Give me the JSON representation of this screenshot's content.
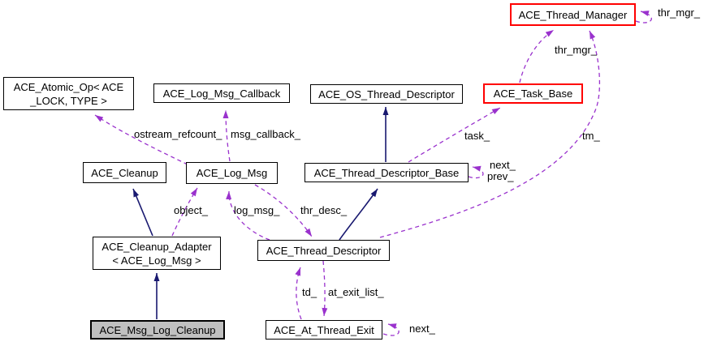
{
  "diagram": {
    "type": "collaboration-graph",
    "nodes": {
      "thread_manager": {
        "label": "ACE_Thread_Manager",
        "border_color": "#ff0000"
      },
      "atomic_op": {
        "line1": "ACE_Atomic_Op< ACE",
        "line2": "_LOCK, TYPE >"
      },
      "log_msg_callback": {
        "label": "ACE_Log_Msg_Callback"
      },
      "os_thread_descriptor": {
        "label": "ACE_OS_Thread_Descriptor"
      },
      "task_base": {
        "label": "ACE_Task_Base",
        "border_color": "#ff0000"
      },
      "cleanup": {
        "label": "ACE_Cleanup"
      },
      "log_msg": {
        "label": "ACE_Log_Msg"
      },
      "thread_descriptor_base": {
        "label": "ACE_Thread_Descriptor_Base"
      },
      "cleanup_adapter": {
        "line1": "ACE_Cleanup_Adapter",
        "line2": "< ACE_Log_Msg >"
      },
      "thread_descriptor": {
        "label": "ACE_Thread_Descriptor"
      },
      "msg_log_cleanup": {
        "label": "ACE_Msg_Log_Cleanup",
        "fill": "#c0c0c0"
      },
      "at_thread_exit": {
        "label": "ACE_At_Thread_Exit"
      }
    },
    "edge_labels": {
      "thr_mgr_self": "thr_mgr_",
      "thr_mgr": "thr_mgr_",
      "ostream_refcount": "ostream_refcount_",
      "msg_callback": "msg_callback_",
      "task": "task_",
      "tm": "tm_",
      "next": "next_",
      "prev": "prev_",
      "object": "object_",
      "log_msg": "log_msg_",
      "thr_desc": "thr_desc_",
      "td": "td_",
      "at_exit_list": "at_exit_list_",
      "next_exit": "next_"
    },
    "edges": [
      {
        "from": "ACE_Thread_Manager",
        "to": "ACE_Thread_Manager",
        "label": "thr_mgr_",
        "type": "usage"
      },
      {
        "from": "ACE_Task_Base",
        "to": "ACE_Thread_Manager",
        "label": "thr_mgr_",
        "type": "usage"
      },
      {
        "from": "ACE_Thread_Descriptor",
        "to": "ACE_Thread_Manager",
        "label": "tm_",
        "type": "usage"
      },
      {
        "from": "ACE_Thread_Descriptor_Base",
        "to": "ACE_Task_Base",
        "label": "task_",
        "type": "usage"
      },
      {
        "from": "ACE_Thread_Descriptor_Base",
        "to": "ACE_OS_Thread_Descriptor",
        "label": "",
        "type": "inheritance"
      },
      {
        "from": "ACE_Thread_Descriptor_Base",
        "to": "ACE_Thread_Descriptor_Base",
        "label": "next_ prev_",
        "type": "usage"
      },
      {
        "from": "ACE_Log_Msg",
        "to": "ACE_Atomic_Op< ACE_LOCK, TYPE >",
        "label": "ostream_refcount_",
        "type": "usage"
      },
      {
        "from": "ACE_Log_Msg",
        "to": "ACE_Log_Msg_Callback",
        "label": "msg_callback_",
        "type": "usage"
      },
      {
        "from": "ACE_Log_Msg",
        "to": "ACE_Thread_Descriptor",
        "label": "thr_desc_",
        "type": "usage"
      },
      {
        "from": "ACE_Thread_Descriptor",
        "to": "ACE_Log_Msg",
        "label": "log_msg_",
        "type": "usage"
      },
      {
        "from": "ACE_Thread_Descriptor",
        "to": "ACE_Thread_Descriptor_Base",
        "label": "",
        "type": "inheritance"
      },
      {
        "from": "ACE_Cleanup_Adapter< ACE_Log_Msg >",
        "to": "ACE_Cleanup",
        "label": "",
        "type": "inheritance"
      },
      {
        "from": "ACE_Cleanup_Adapter< ACE_Log_Msg >",
        "to": "ACE_Log_Msg",
        "label": "object_",
        "type": "usage"
      },
      {
        "from": "ACE_Msg_Log_Cleanup",
        "to": "ACE_Cleanup_Adapter< ACE_Log_Msg >",
        "label": "",
        "type": "inheritance"
      },
      {
        "from": "ACE_Thread_Descriptor",
        "to": "ACE_At_Thread_Exit",
        "label": "at_exit_list_",
        "type": "usage"
      },
      {
        "from": "ACE_At_Thread_Exit",
        "to": "ACE_Thread_Descriptor",
        "label": "td_",
        "type": "usage"
      },
      {
        "from": "ACE_At_Thread_Exit",
        "to": "ACE_At_Thread_Exit",
        "label": "next_",
        "type": "usage"
      }
    ],
    "colors": {
      "usage_edge": "#9a32cd",
      "inheritance_edge": "#191970",
      "emphasis_border": "#ff0000",
      "focus_node_fill": "#c0c0c0",
      "node_fill": "#ffffff",
      "node_border": "#000000",
      "background": "#ffffff"
    }
  }
}
